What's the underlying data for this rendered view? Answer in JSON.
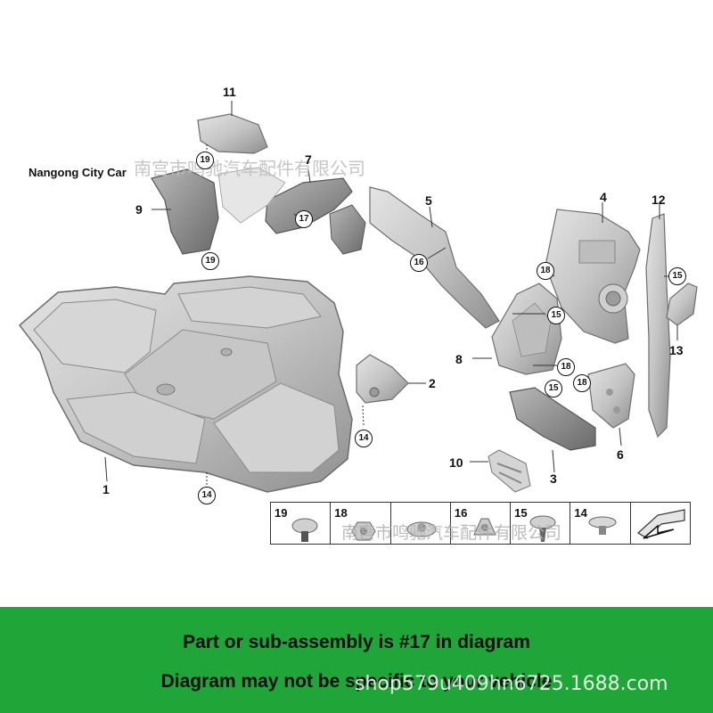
{
  "brand_label": "Nangong City Car",
  "watermark_top": "南宫市鸣驰汽车配件有限公司",
  "watermark_legend": "南宫市鸣驰汽车配件有限公司",
  "part_labels": [
    "1",
    "2",
    "3",
    "4",
    "5",
    "6",
    "7",
    "8",
    "9",
    "10",
    "11",
    "12",
    "13"
  ],
  "callouts": {
    "c14a": "14",
    "c14b": "14",
    "c15a": "15",
    "c15b": "15",
    "c15c": "15",
    "c16": "16",
    "c17": "17",
    "c18a": "18",
    "c18b": "18",
    "c18c": "18",
    "c19a": "19",
    "c19b": "19"
  },
  "legend": {
    "items": [
      {
        "num": "19",
        "icon": "push-rivet-icon"
      },
      {
        "num": "18",
        "icon": "hex-nut-icon"
      },
      {
        "num": "",
        "icon": "flange-nut-icon"
      },
      {
        "num": "16",
        "icon": "clip-nut-icon"
      },
      {
        "num": "15",
        "icon": "expanding-rivet-icon"
      },
      {
        "num": "14",
        "icon": "spring-clip-icon"
      },
      {
        "num": "",
        "icon": "direction-arrow-icon"
      }
    ]
  },
  "banner": {
    "line1": "Part or sub-assembly is #17 in diagram",
    "line2": "Diagram may not be specific to your vehicle",
    "shop_watermark": "shop579u409hn6725.1688.com",
    "color": "#1fa538"
  },
  "colors": {
    "part_fill": "#c9c9c9",
    "part_edge": "#6e6e6e",
    "part_shade": "#a9a9a9"
  }
}
